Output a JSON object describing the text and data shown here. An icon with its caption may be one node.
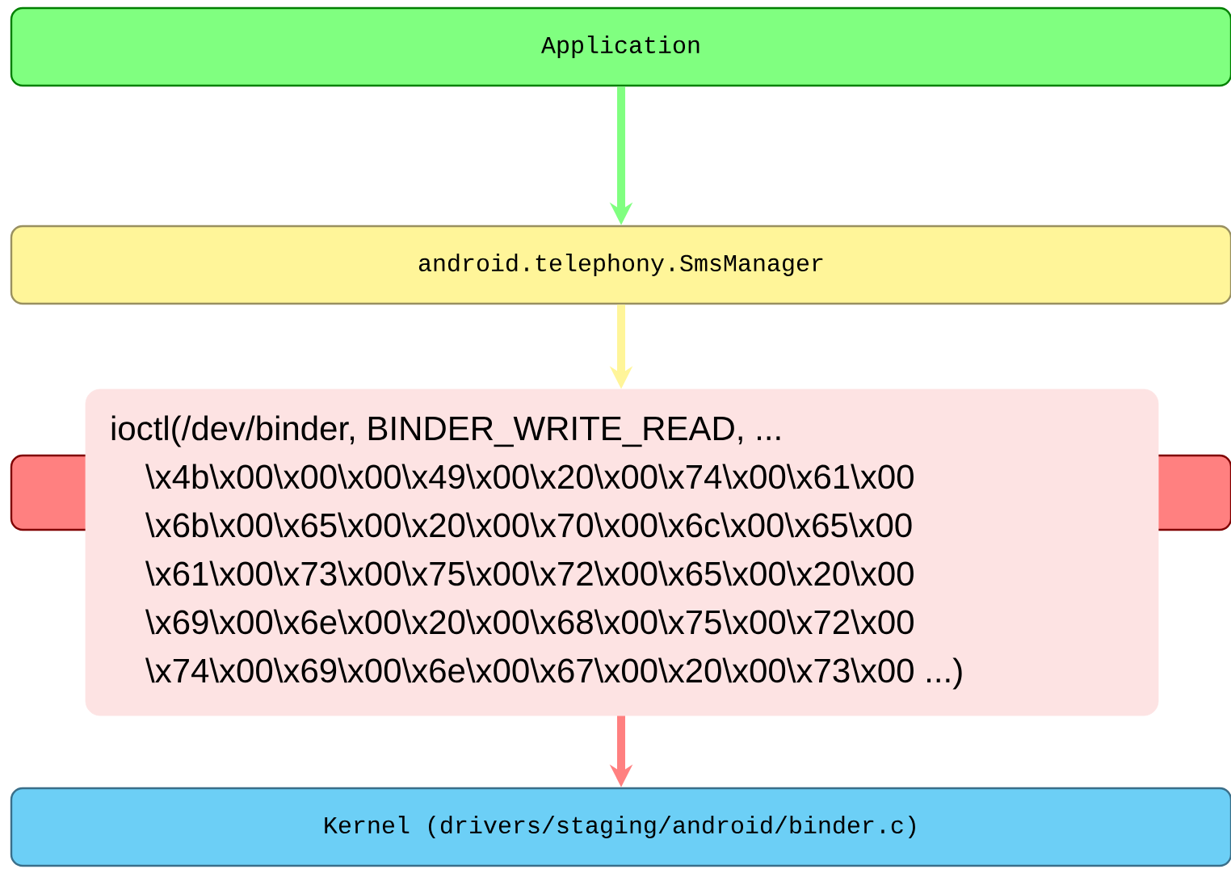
{
  "diagram": {
    "nodes": [
      {
        "text": [
          "Application"
        ]
      },
      {
        "text": [
          "android.telephony.SmsManager"
        ]
      },
      {
        "text": [],
        "shape": "box"
      },
      {
        "text": [
          "ioctl(/dev/binder, BINDER_WRITE_READ, ...",
          "\\x4b\\x00\\x00\\x00\\x49\\x00\\x20\\x00\\x74\\x00\\x61\\x00 \\x6b\\x00\\x65\\x00\\x20\\x00\\x70\\x00\\x6c\\x00\\x65\\x00 \\x61\\x00\\x73\\x00\\x75\\x00\\x72\\x00\\x65\\x00\\x20\\x00 \\x69\\x00\\x6e\\x00\\x20\\x00\\x68\\x00\\x75\\x00\\x72\\x00 \\x74\\x00\\x69\\x00\\x6e\\x00\\x67\\x00\\x20\\x00\\x73\\x00 ...)"
        ]
      },
      {
        "text": [
          "Kernel (drivers/staging/android/binder.c)"
        ]
      }
    ],
    "edges": [
      {
        "from": 0,
        "to": 1,
        "arrow": "to",
        "color": "#80ff80"
      },
      {
        "from": 1,
        "to": 3,
        "arrow": "to",
        "color": "#fff599"
      },
      {
        "from": 3,
        "to": 4,
        "arrow": "to",
        "color": "#ff8080"
      }
    ]
  }
}
